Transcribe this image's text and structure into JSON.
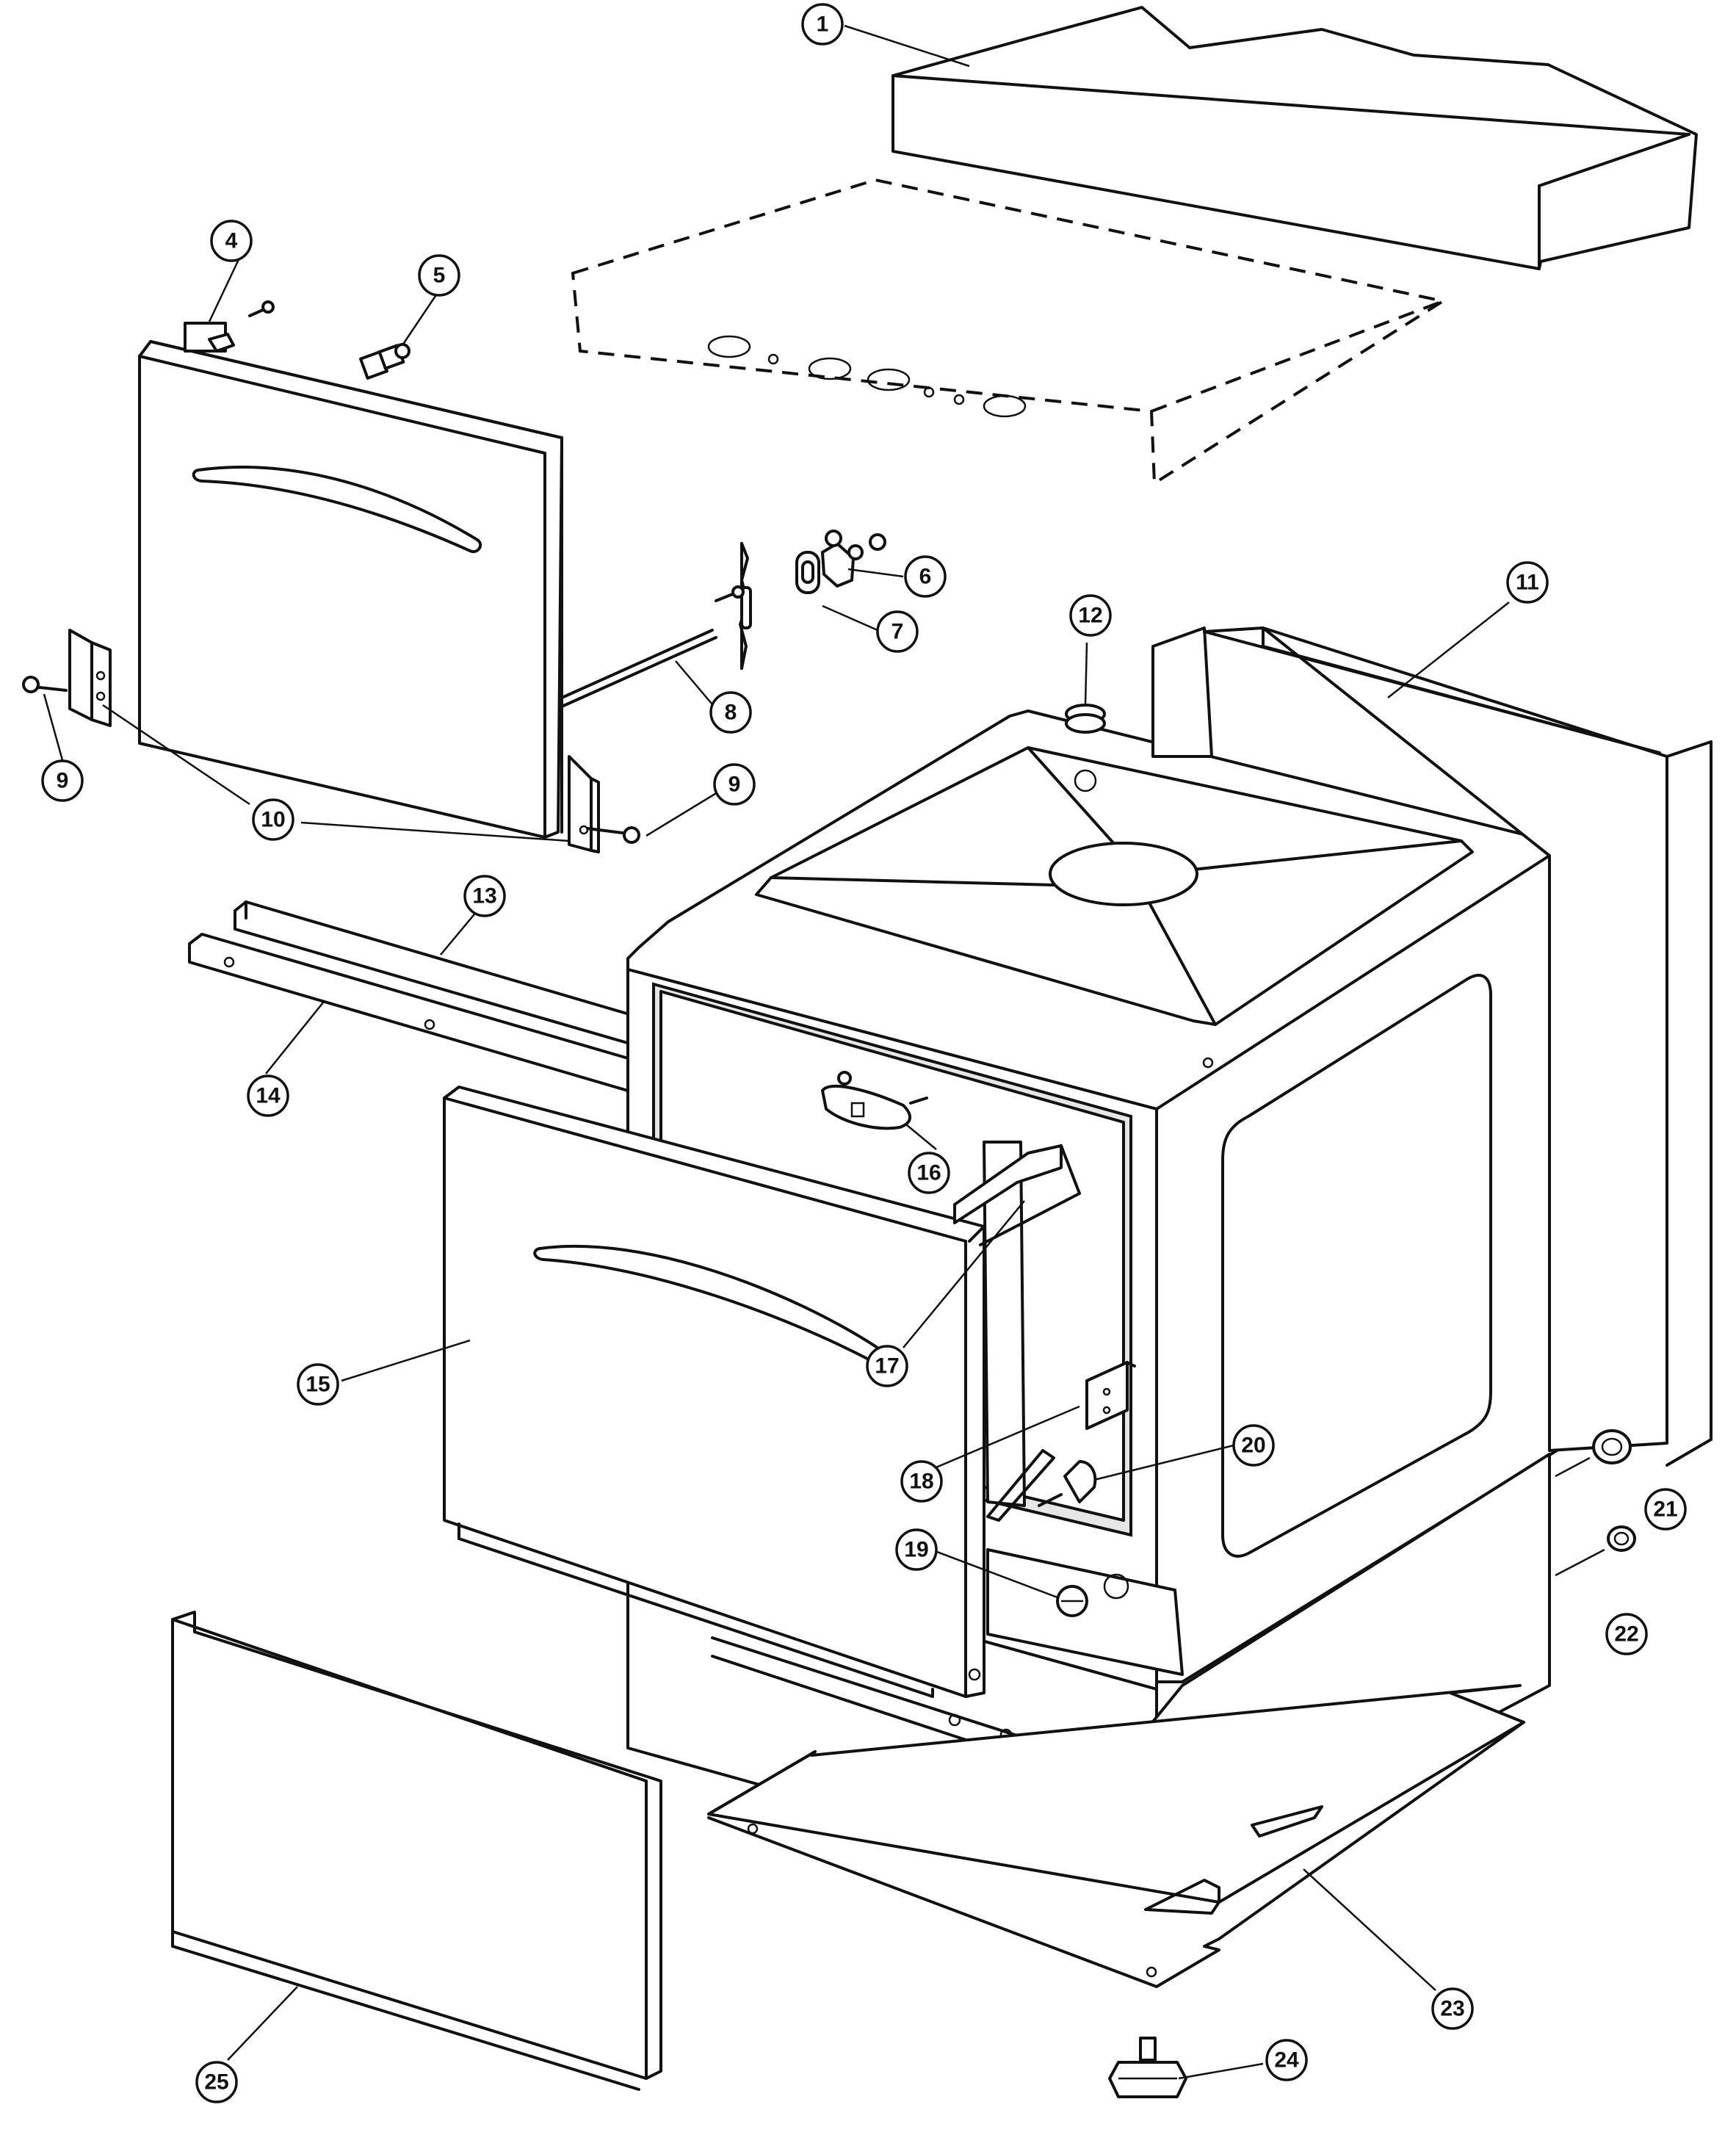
{
  "diagram": {
    "callouts": [
      {
        "id": "c1",
        "label": "1"
      },
      {
        "id": "c4",
        "label": "4"
      },
      {
        "id": "c5",
        "label": "5"
      },
      {
        "id": "c6",
        "label": "6"
      },
      {
        "id": "c7",
        "label": "7"
      },
      {
        "id": "c8",
        "label": "8"
      },
      {
        "id": "c9a",
        "label": "9"
      },
      {
        "id": "c9b",
        "label": "9"
      },
      {
        "id": "c10",
        "label": "10"
      },
      {
        "id": "c11",
        "label": "11"
      },
      {
        "id": "c12",
        "label": "12"
      },
      {
        "id": "c13",
        "label": "13"
      },
      {
        "id": "c14",
        "label": "14"
      },
      {
        "id": "c15",
        "label": "15"
      },
      {
        "id": "c16",
        "label": "16"
      },
      {
        "id": "c17",
        "label": "17"
      },
      {
        "id": "c18",
        "label": "18"
      },
      {
        "id": "c19",
        "label": "19"
      },
      {
        "id": "c20",
        "label": "20"
      },
      {
        "id": "c21",
        "label": "21"
      },
      {
        "id": "c22",
        "label": "22"
      },
      {
        "id": "c23",
        "label": "23"
      },
      {
        "id": "c24",
        "label": "24"
      },
      {
        "id": "c25",
        "label": "25"
      }
    ]
  }
}
